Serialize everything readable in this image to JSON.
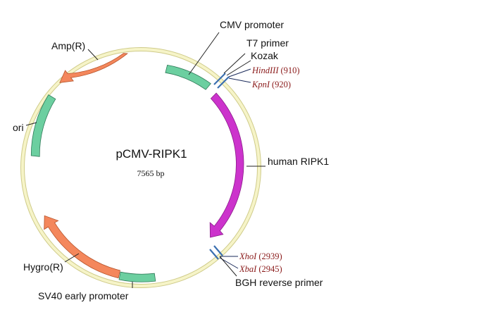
{
  "plasmid": {
    "name": "pCMV-RIPK1",
    "size": "7565 bp"
  },
  "features": {
    "cmv_promoter": "CMV promoter",
    "t7_primer": "T7 primer",
    "kozak": "Kozak",
    "amp": "Amp(R)",
    "ori": "ori",
    "human_ripk1": "human RIPK1",
    "hygro": "Hygro(R)",
    "sv40": "SV40 early promoter",
    "bgh": "BGH reverse primer"
  },
  "sites": {
    "hindiii": {
      "name": "HindIII",
      "pos": "(910)"
    },
    "kpni": {
      "name": "KpnI",
      "pos": "(920)"
    },
    "xhoi": {
      "name": "XhoI",
      "pos": "(2939)"
    },
    "xbai": {
      "name": "XbaI",
      "pos": "(2945)"
    }
  },
  "colors": {
    "backbone": "#f2f0b8",
    "promoter": "#6ccfa0",
    "resistance": "#f4875c",
    "gene": "#cc33cc",
    "site_mark": "#3a6fb0",
    "site_text": "#8a1a1a"
  }
}
